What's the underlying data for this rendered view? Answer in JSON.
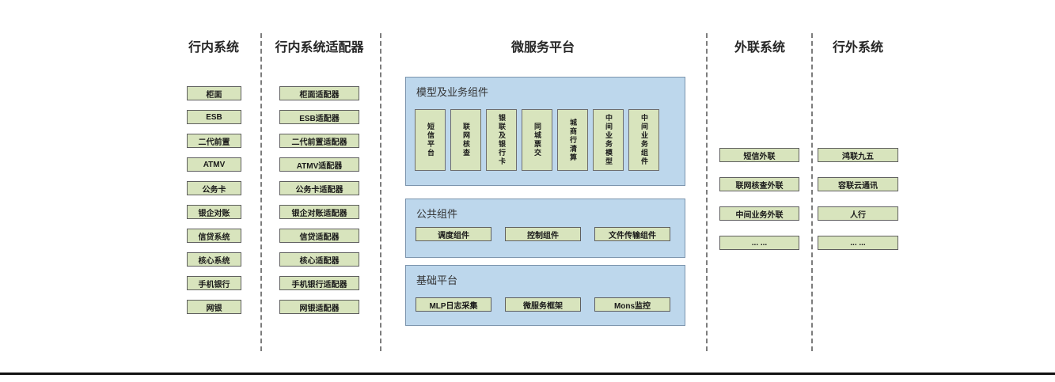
{
  "headers": {
    "internal": "行内系统",
    "adapters": "行内系统适配器",
    "platform": "微服务平台",
    "external": "外联系统",
    "outside": "行外系统"
  },
  "internal": {
    "items": [
      "柜面",
      "ESB",
      "二代前置",
      "ATMV",
      "公务卡",
      "银企对账",
      "信贷系统",
      "核心系统",
      "手机银行",
      "网银"
    ]
  },
  "adapters": {
    "items": [
      "柜面适配器",
      "ESB适配器",
      "二代前置适配器",
      "ATMV适配器",
      "公务卡适配器",
      "银企对账适配器",
      "信贷适配器",
      "核心适配器",
      "手机银行适配器",
      "网银适配器"
    ]
  },
  "platform": {
    "model": {
      "label": "模型及业务组件",
      "items": [
        "短信平台",
        "联网核查",
        "银联及银行卡",
        "同城票交",
        "城商行清算",
        "中间业务模型",
        "中间业务组件"
      ]
    },
    "common": {
      "label": "公共组件",
      "items": [
        "调度组件",
        "控制组件",
        "文件传输组件"
      ]
    },
    "base": {
      "label": "基础平台",
      "items": [
        "MLP日志采集",
        "微服务框架",
        "Mons监控"
      ]
    }
  },
  "external": {
    "items": [
      "短信外联",
      "联网核查外联",
      "中间业务外联",
      "... ..."
    ]
  },
  "outside": {
    "items": [
      "鸿联九五",
      "容联云通讯",
      "人行",
      "... ..."
    ]
  },
  "colors": {
    "item_fill": "#d8e4bd",
    "item_border": "#5f5f5f",
    "panel_fill": "#bdd7ec",
    "panel_border": "#7b94ad",
    "separator": "#7d7d7d",
    "baseline": "#111111",
    "heading_text": "#262626",
    "label_text": "#333333"
  }
}
